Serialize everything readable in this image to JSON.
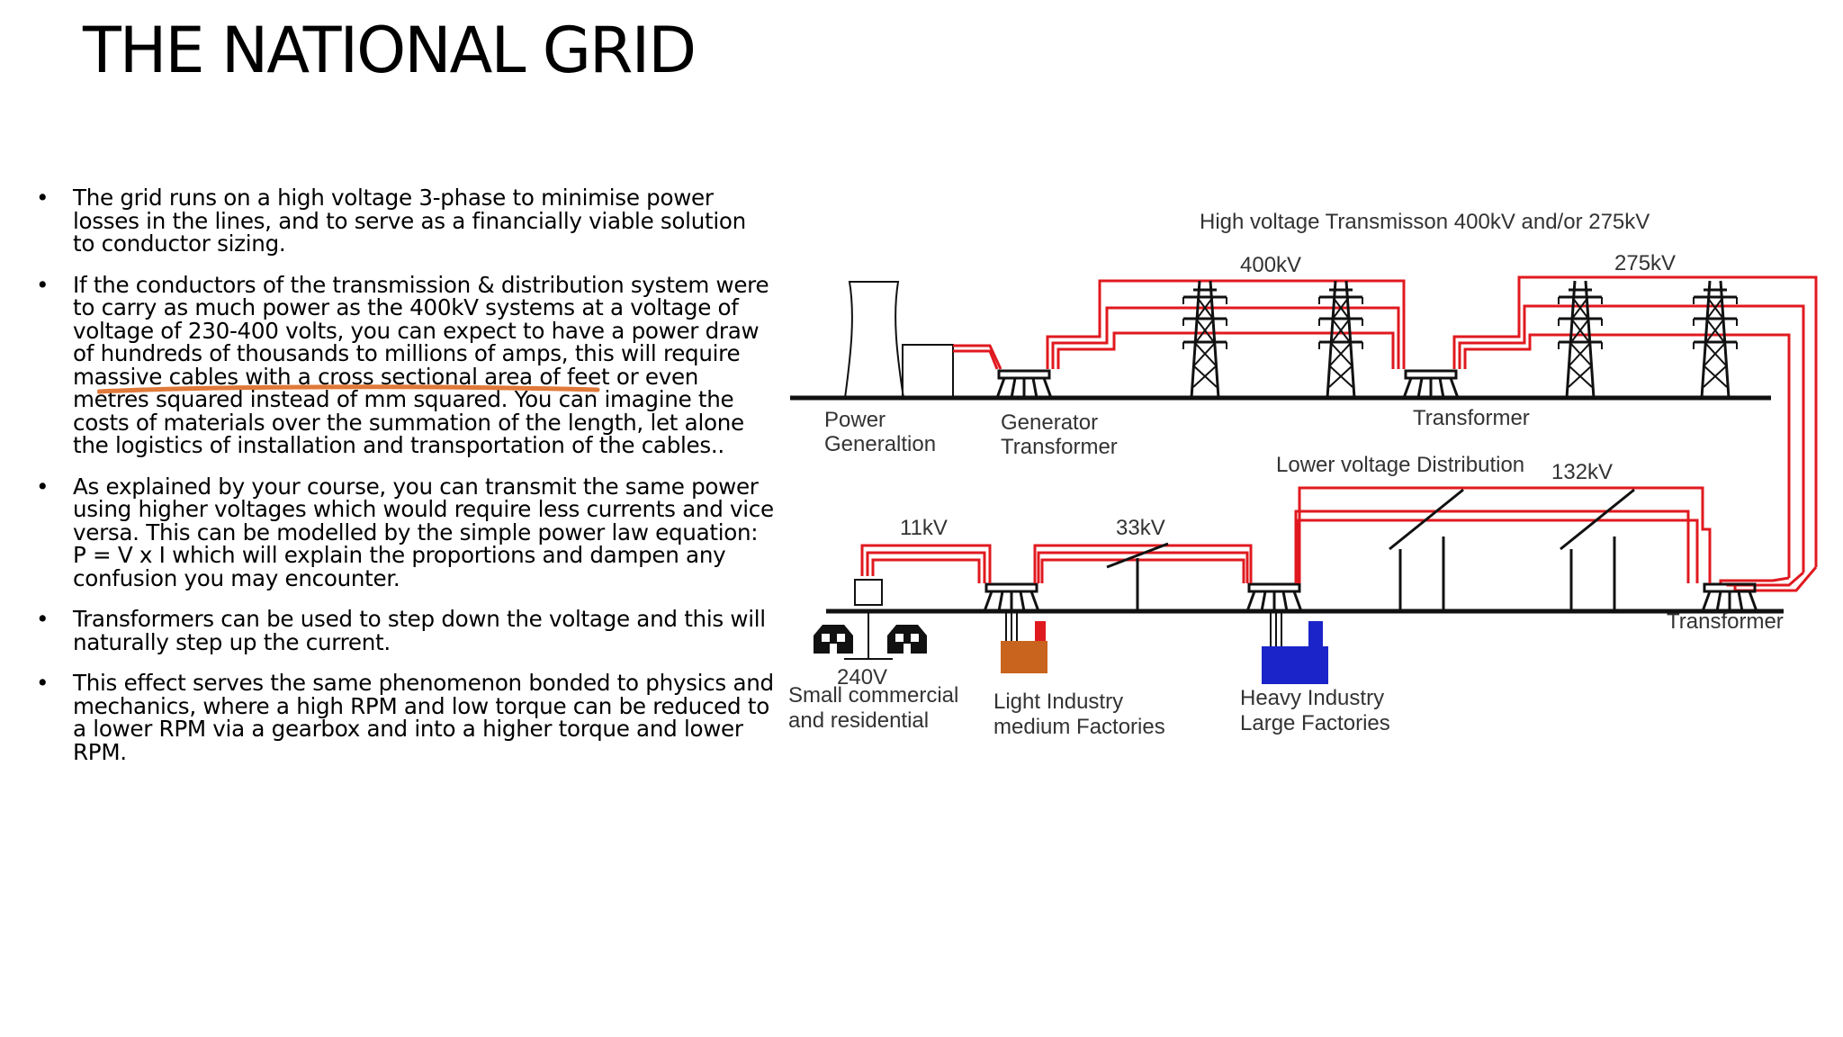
{
  "slide": {
    "title": "THE NATIONAL GRID",
    "bullets": [
      "The grid runs on a high voltage 3-phase to minimise power losses in the lines, and to serve as a financially viable solution to conductor sizing.",
      "If the conductors of the transmission & distribution system were to carry as much power as the 400kV systems at a voltage of voltage of 230-400 volts, you can expect to have a power draw of hundreds of thousands to millions of amps, this will require massive cables with a cross sectional area of feet or even metres squared instead of mm squared. You can imagine the costs of materials over the summation of the length, let alone the logistics of installation and transportation of the cables..",
      "As explained by your course, you can transmit the same power using higher voltages which would require less currents and vice versa. This can be modelled by the simple power law equation: P = V x I which will explain the proportions and dampen any confusion you may encounter.",
      "Transformers can be used to step down the voltage and this will naturally step up the current.",
      "This effect serves the same phenomenon bonded to physics and mechanics, where a high RPM  and low torque can be reduced to a lower RPM via a gearbox and into a higher torque and lower RPM."
    ]
  },
  "diagram": {
    "labels": {
      "transmission": "High voltage Transmisson 400kV and/or 275kV",
      "kv400": "400kV",
      "kv275": "275kV",
      "power_gen_1": "Power",
      "power_gen_2": "Generaltion",
      "gen_tx_1": "Generator",
      "gen_tx_2": "Transformer",
      "transformer_top": "Transformer",
      "lower_dist": "Lower voltage Distribution",
      "kv132": "132kV",
      "kv11": "11kV",
      "kv33": "33kV",
      "transformer_right": "Transformer",
      "v240": "240V",
      "small_1": "Small commercial",
      "small_2": "and residential",
      "light_1": "Light Industry",
      "light_2": "medium Factories",
      "heavy_1": "Heavy Industry",
      "heavy_2": "Large Factories"
    },
    "colors": {
      "line": "#e0191f",
      "ground": "#111111",
      "light_factory": "#c8641e",
      "light_chimney": "#e0191f",
      "heavy_factory": "#1a24c8",
      "underline": "#e07a3a"
    }
  }
}
